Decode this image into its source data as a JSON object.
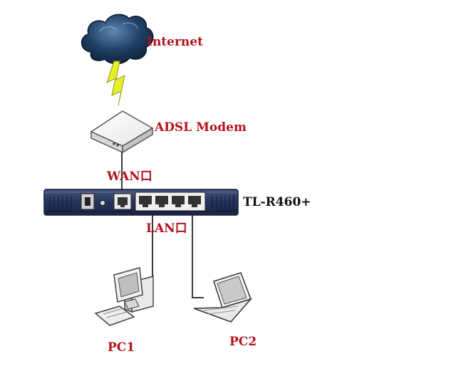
{
  "labels": {
    "internet": "Internet",
    "modem": "ADSL Modem",
    "wan_port": "WAN口",
    "router": "TL-R460+",
    "lan_port": "LAN口",
    "pc1": "PC1",
    "pc2": "PC2"
  },
  "colors": {
    "label": "#b3121e",
    "router_label": "#111111",
    "cloud": "#1f3f63",
    "lightning": "#e7ef2a",
    "router_body": "#2b3b66",
    "cable": "#3a3a3a"
  },
  "nodes": [
    {
      "id": "internet",
      "icon": "cloud-icon"
    },
    {
      "id": "modem",
      "icon": "modem-icon"
    },
    {
      "id": "router",
      "icon": "router-icon"
    },
    {
      "id": "pc1",
      "icon": "desktop-pc-icon"
    },
    {
      "id": "pc2",
      "icon": "laptop-icon"
    }
  ],
  "links": [
    {
      "from": "internet",
      "to": "modem",
      "style": "lightning"
    },
    {
      "from": "modem",
      "to": "router",
      "port": "WAN口"
    },
    {
      "from": "router",
      "to": "pc1",
      "port": "LAN口"
    },
    {
      "from": "router",
      "to": "pc2",
      "port": "LAN口"
    }
  ]
}
